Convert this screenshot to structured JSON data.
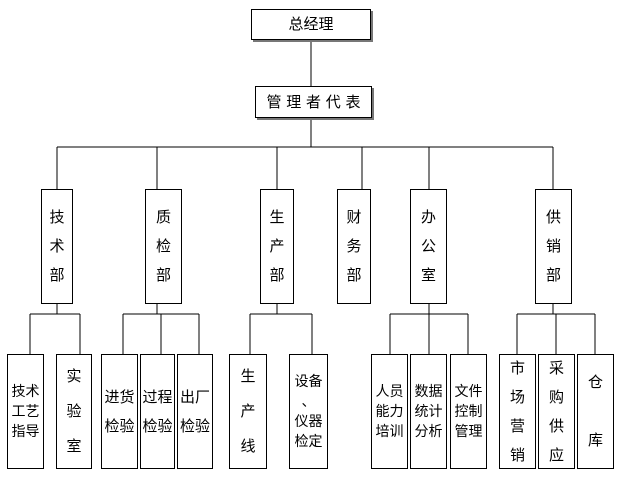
{
  "root": "总经理",
  "rep": "管 理 者 代 表",
  "departments": [
    {
      "label": "技\n术\n部"
    },
    {
      "label": "质\n检\n部"
    },
    {
      "label": "生\n产\n部"
    },
    {
      "label": "财\n务\n部"
    },
    {
      "label": "办\n公\n室"
    },
    {
      "label": "供\n销\n部"
    }
  ],
  "units": [
    {
      "label": "技术\n工艺\n指导"
    },
    {
      "label": "实\n验\n室"
    },
    {
      "label": "进货\n检验"
    },
    {
      "label": "过程\n检验"
    },
    {
      "label": "出厂\n检验"
    },
    {
      "label": "生\n产\n线"
    },
    {
      "label": "设备\n、\n仪器\n检定"
    },
    {
      "label": "人员\n能力\n培训"
    },
    {
      "label": "数据\n统计\n分析"
    },
    {
      "label": "文件\n控制\n管理"
    },
    {
      "label": "市\n场\n营\n销"
    },
    {
      "label": "采\n购\n供\n应"
    },
    {
      "label": "仓\n\n库"
    }
  ]
}
